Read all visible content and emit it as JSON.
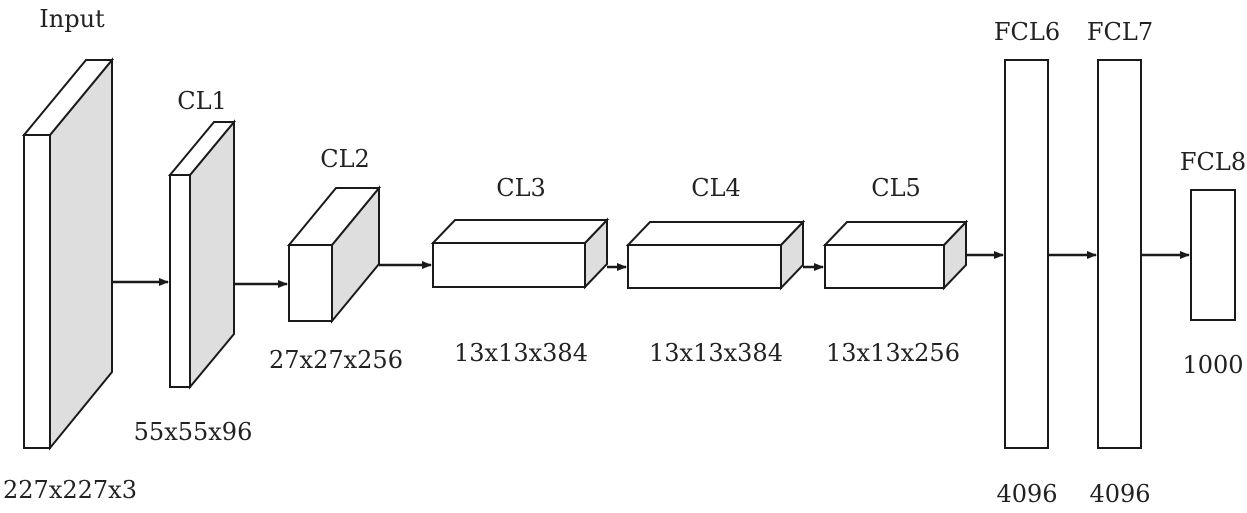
{
  "layers": [
    {
      "id": "input",
      "name": "Input",
      "size": "227x227x3"
    },
    {
      "id": "cl1",
      "name": "CL1",
      "size": "55x55x96"
    },
    {
      "id": "cl2",
      "name": "CL2",
      "size": "27x27x256"
    },
    {
      "id": "cl3",
      "name": "CL3",
      "size": "13x13x384"
    },
    {
      "id": "cl4",
      "name": "CL4",
      "size": "13x13x384"
    },
    {
      "id": "cl5",
      "name": "CL5",
      "size": "13x13x256"
    },
    {
      "id": "fcl6",
      "name": "FCL6",
      "size": "4096"
    },
    {
      "id": "fcl7",
      "name": "FCL7",
      "size": "4096"
    },
    {
      "id": "fcl8",
      "name": "FCL8",
      "size": "1000"
    }
  ],
  "colors": {
    "outline": "#1a1a1a",
    "side_face": "#dedede",
    "fill": "#ffffff"
  }
}
